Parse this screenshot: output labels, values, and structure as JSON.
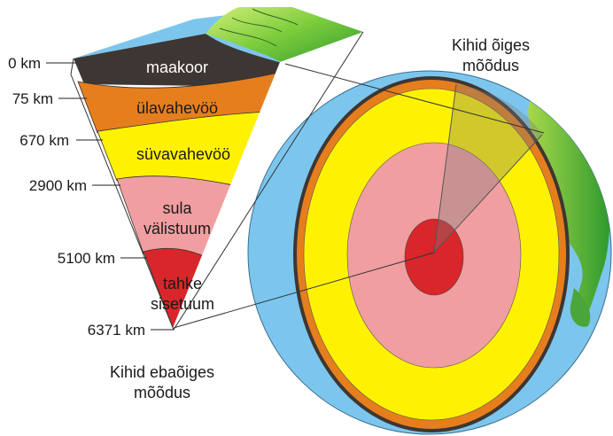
{
  "depths": [
    "0 km",
    "75 km",
    "670 km",
    "2900 km",
    "5100 km",
    "6371 km"
  ],
  "layers": {
    "crust": "maakoor",
    "upper_mantle": "ülavahevöö",
    "lower_mantle": "süvavahevöö",
    "outer_core_line1": "sula",
    "outer_core_line2": "välistuum",
    "inner_core_line1": "tahke",
    "inner_core_line2": "sisetuum"
  },
  "captions": {
    "proportional_line1": "Kihid õiges",
    "proportional_line2": "mõõdus",
    "not_proportional_line1": "Kihid ebaõiges",
    "not_proportional_line2": "mõõdus"
  },
  "colors": {
    "ocean": "#7cc6ee",
    "land": "#5cb83a",
    "crust": "#3e3632",
    "upper_mantle": "#e67e1e",
    "lower_mantle": "#fff200",
    "outer_core": "#f19ea0",
    "inner_core": "#d8262a"
  }
}
